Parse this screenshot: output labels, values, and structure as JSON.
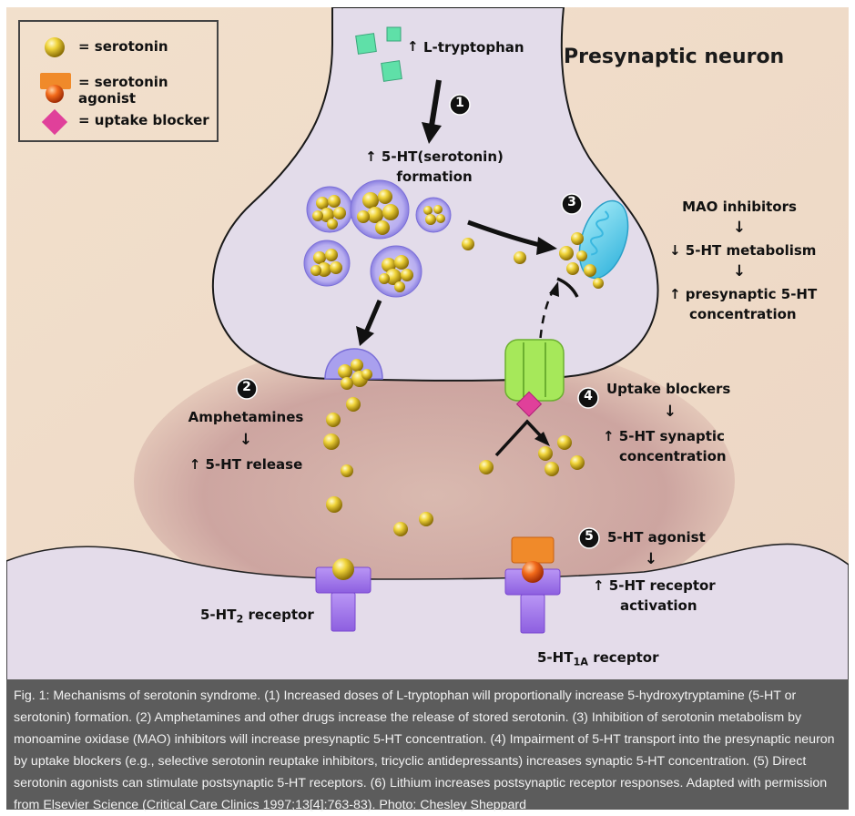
{
  "legend": {
    "items": [
      {
        "icon": "serotonin-ball-icon",
        "label": "= serotonin"
      },
      {
        "icon": "serotonin-agonist-icon",
        "label": "= serotonin agonist"
      },
      {
        "icon": "uptake-blocker-diamond-icon",
        "label": "= uptake blocker"
      }
    ]
  },
  "regions": {
    "presynaptic_title": "Presynaptic neuron"
  },
  "steps": {
    "s1": {
      "number": "1",
      "input_label": "L-tryptophan",
      "input_prefix": "↑",
      "result_line1": "↑ 5-HT(serotonin)",
      "result_line2": "formation"
    },
    "s2": {
      "number": "2",
      "cause": "Amphetamines",
      "arrow": "↓",
      "effect": "↑ 5-HT release"
    },
    "s3": {
      "number": "3",
      "cause": "MAO inhibitors",
      "arrow1": "↓",
      "effect1": "↓ 5-HT metabolism",
      "arrow2": "↓",
      "effect2_line1": "↑ presynaptic 5-HT",
      "effect2_line2": "concentration"
    },
    "s4": {
      "number": "4",
      "cause": "Uptake blockers",
      "arrow": "↓",
      "effect_line1": "↑ 5-HT synaptic",
      "effect_line2": "concentration"
    },
    "s5": {
      "number": "5",
      "cause": "5-HT agonist",
      "arrow": "↓",
      "effect_line1": "↑ 5-HT receptor",
      "effect_line2": "activation"
    }
  },
  "receptors": {
    "left_base": "5-HT",
    "left_sub": "2",
    "left_suffix": " receptor",
    "right_base": "5-HT",
    "right_sub": "1A",
    "right_suffix": " receptor"
  },
  "caption": {
    "text": "Fig. 1: Mechanisms of serotonin syndrome. (1) Increased doses of L-tryptophan will proportionally increase 5-hydroxytryptamine (5-HT or serotonin) formation. (2) Amphetamines and other drugs increase the release of stored serotonin. (3) Inhibition of serotonin metabolism by monoamine oxidase (MAO) inhibitors will increase presynaptic 5-HT concentration. (4) Impairment of 5-HT transport into the presynaptic neuron by uptake blockers (e.g., selective serotonin reuptake inhibitors, tricyclic antidepressants) increases synaptic 5-HT concentration. (5) Direct serotonin agonists can stimulate postsynaptic 5-HT receptors. (6) Lithium increases postsynaptic receptor responses. Adapted with permission from Elsevier Science (Critical Care Clinics 1997;13[4]:763-83). Photo: Chesley Sheppard"
  },
  "colors": {
    "background_cream": "#efdcc8",
    "synapse_cleft": "#c9a3a0",
    "neuron_fill": "#e3dcea",
    "serotonin": "#e6c62a",
    "agonist_orange": "#f08a2a",
    "uptake_blocker": "#e0409a",
    "receptor_purple": "#9b6fe0",
    "transporter_green": "#a6e85a",
    "mitochondrion": "#6fd0ea",
    "tryptophan_cube": "#5fe0a8",
    "caption_bg": "#5c5c5c"
  }
}
